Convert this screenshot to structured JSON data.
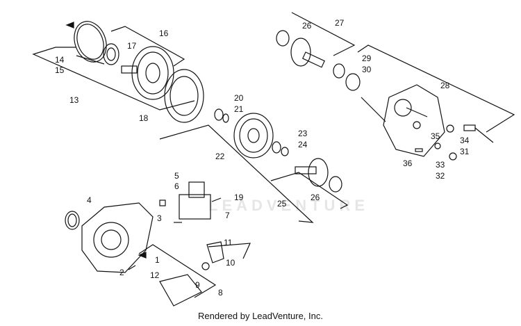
{
  "callouts": [
    "1",
    "2",
    "3",
    "4",
    "5",
    "6",
    "7",
    "8",
    "9",
    "10",
    "11",
    "12",
    "13",
    "14",
    "15",
    "16",
    "17",
    "18",
    "19",
    "20",
    "21",
    "22",
    "23",
    "24",
    "25",
    "26",
    "26",
    "27",
    "28",
    "29",
    "30",
    "31",
    "32",
    "33",
    "34",
    "35",
    "36"
  ],
  "watermark": "LEADVENTURE",
  "footer": "Rendered by LeadVenture, Inc."
}
